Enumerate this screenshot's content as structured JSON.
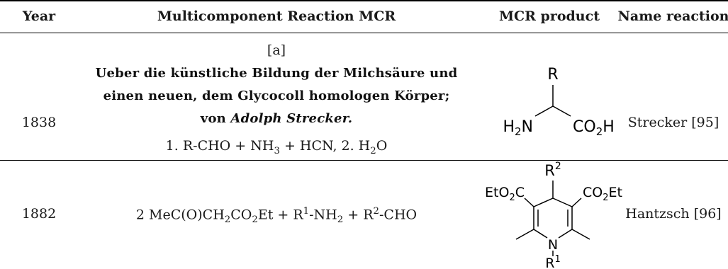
{
  "table": {
    "headers": {
      "year": "Year",
      "mcr": "Multicomponent Reaction MCR",
      "product": "MCR product",
      "name": "Name reaction"
    },
    "rows": [
      {
        "year": "1838",
        "footnote": "[a]",
        "title_line1": "Ueber die künstliche Bildung der Milchsäure und",
        "title_line2": "einen neuen, dem Glycocoll homologen Körper;",
        "title_line3_prefix": "von",
        "title_line3_author": "Adolph Strecker.",
        "reagents": {
          "p1": "1. R-CHO + NH",
          "s1": "3",
          "p2": " + HCN, 2. H",
          "s2": "2",
          "p3": "O"
        },
        "product": {
          "r": "R",
          "amine": "H",
          "amine_sub": "2",
          "amine_n": "N",
          "acid": "CO",
          "acid_sub": "2",
          "acid_h": "H"
        },
        "name": "Strecker [95]"
      },
      {
        "year": "1882",
        "reagents": {
          "p1": "2 MeC(O)CH",
          "s1": "2",
          "p2": "CO",
          "s2": "2",
          "p3": "Et + R",
          "sup1": "1",
          "p4": "-NH",
          "s3": "2",
          "p5": " + R",
          "sup2": "2",
          "p6": "-CHO"
        },
        "product": {
          "r2": "R",
          "r2_sup": "2",
          "ester_left": "EtO",
          "ester_left_sub": "2",
          "ester_left_c": "C",
          "ester_right": "CO",
          "ester_right_sub": "2",
          "ester_right_et": "Et",
          "n": "N",
          "r1": "R",
          "r1_sup": "1"
        },
        "name": "Hantzsch [96]"
      }
    ]
  }
}
